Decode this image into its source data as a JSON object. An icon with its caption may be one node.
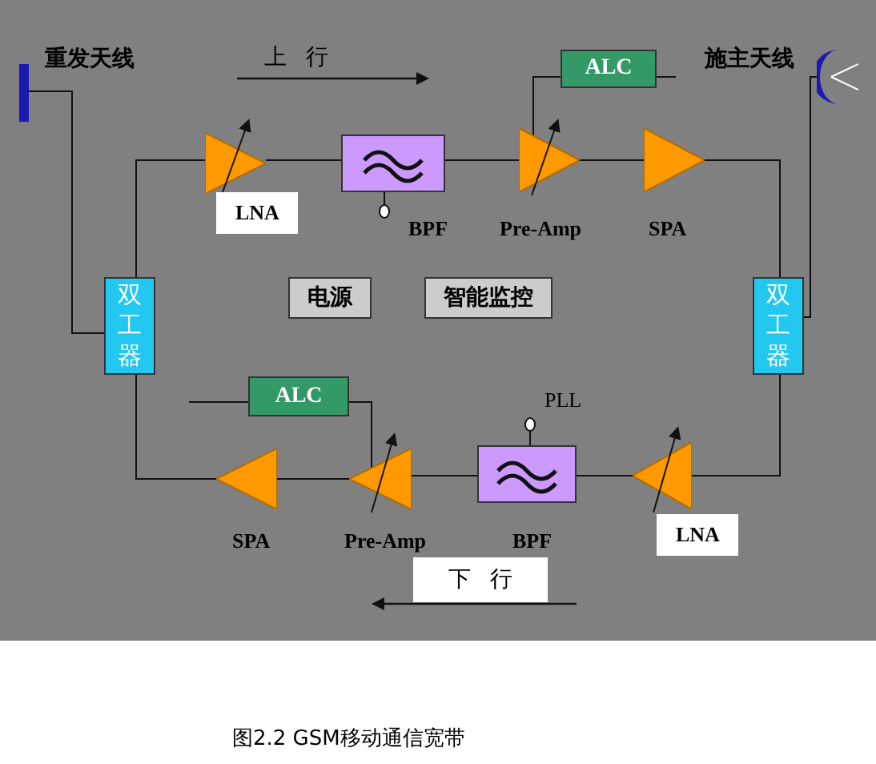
{
  "diagram": {
    "caption": "图2.2 GSM移动通信宽带",
    "nodes": [
      {
        "text": [],
        "shape": "bar",
        "beside": [
          "重发天线"
        ]
      },
      {
        "text": [],
        "shape": "dish",
        "beside": [
          "施主天线"
        ]
      },
      {
        "text": [
          "双工器"
        ]
      },
      {
        "text": [],
        "shape": "triangle",
        "beside": [
          "LNA"
        ]
      },
      {
        "text": [],
        "shape": "box",
        "beside": [
          "BPF"
        ]
      },
      {
        "text": [
          "ALC"
        ]
      },
      {
        "text": [],
        "shape": "triangle",
        "beside": [
          "Pre-Amp"
        ]
      },
      {
        "text": [],
        "shape": "triangle",
        "beside": [
          "SPA"
        ]
      },
      {
        "text": [
          "双工器"
        ]
      },
      {
        "text": [
          "电源"
        ]
      },
      {
        "text": [
          "智能监控"
        ]
      },
      {
        "text": [
          "ALC"
        ]
      },
      {
        "text": [],
        "shape": "triangle",
        "beside": [
          "LNA"
        ]
      },
      {
        "text": [],
        "shape": "box",
        "beside": [
          "BPF"
        ]
      },
      {
        "text": [],
        "shape": "triangle",
        "beside": [
          "Pre-Amp"
        ]
      },
      {
        "text": [],
        "shape": "triangle",
        "beside": [
          "SPA"
        ]
      }
    ],
    "edges": [
      {
        "from": 0,
        "to": 2,
        "arrow": "none"
      },
      {
        "from": 2,
        "to": 3,
        "arrow": "none"
      },
      {
        "from": 3,
        "to": 4,
        "arrow": "none"
      },
      {
        "from": 4,
        "to": 6,
        "arrow": "none"
      },
      {
        "from": 6,
        "to": 7,
        "arrow": "none"
      },
      {
        "from": 7,
        "to": 8,
        "arrow": "none"
      },
      {
        "from": 8,
        "to": 1,
        "arrow": "none"
      },
      {
        "from": 8,
        "to": 12,
        "arrow": "none"
      },
      {
        "from": 12,
        "to": 13,
        "arrow": "none"
      },
      {
        "from": 13,
        "to": 14,
        "arrow": "none"
      },
      {
        "from": 14,
        "to": 15,
        "arrow": "none"
      },
      {
        "from": 15,
        "to": 2,
        "arrow": "none"
      },
      {
        "from": 6,
        "to": 5,
        "arrow": "none"
      },
      {
        "from": 5,
        "to": null,
        "arrow": "none"
      },
      {
        "from": 11,
        "to": null,
        "arrow": "none"
      },
      {
        "from": 11,
        "to": 14,
        "arrow": "none"
      }
    ],
    "labels": [
      "上行",
      "PLL",
      "下行"
    ]
  }
}
